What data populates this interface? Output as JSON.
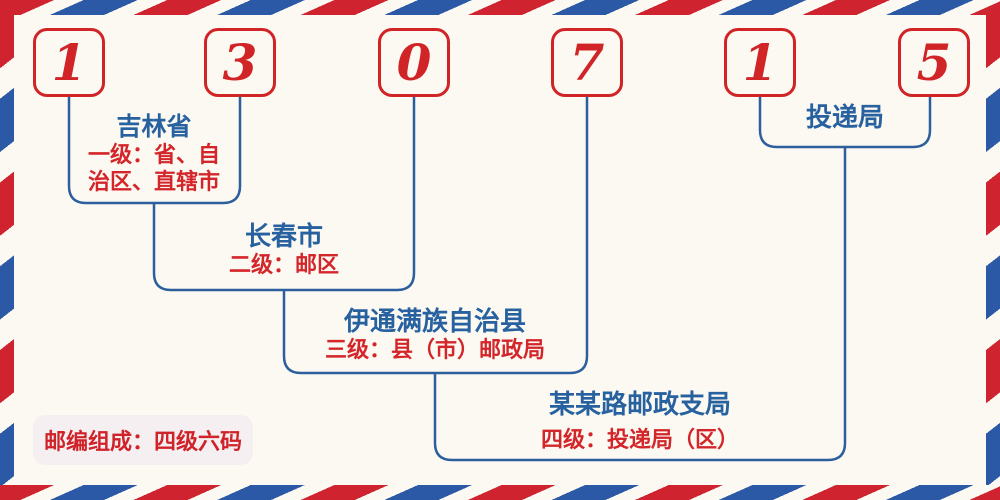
{
  "postal_code": {
    "digits": [
      "1",
      "3",
      "0",
      "7",
      "1",
      "5"
    ]
  },
  "levels": [
    {
      "name": "吉林省",
      "desc_lines": [
        "一级：省、自",
        "治区、直辖市"
      ]
    },
    {
      "name": "长春市",
      "desc_lines": [
        "二级：邮区"
      ]
    },
    {
      "name": "伊通满族自治县",
      "desc_lines": [
        "三级：县（市）邮政局"
      ]
    },
    {
      "name": "某某路邮政支局",
      "desc_lines": [
        "四级：投递局（区）"
      ]
    },
    {
      "name": "投递局",
      "desc_lines": []
    }
  ],
  "footer": {
    "composition_label": "邮编组成：四级六码"
  },
  "colors": {
    "red": "#d02427",
    "blue_text": "#27619f",
    "blue_line": "#2d5f9d",
    "stripe_red": "#cf2330",
    "stripe_blue": "#2b59a6",
    "background": "#fbf9f2",
    "label_background": "#f5eff2"
  }
}
